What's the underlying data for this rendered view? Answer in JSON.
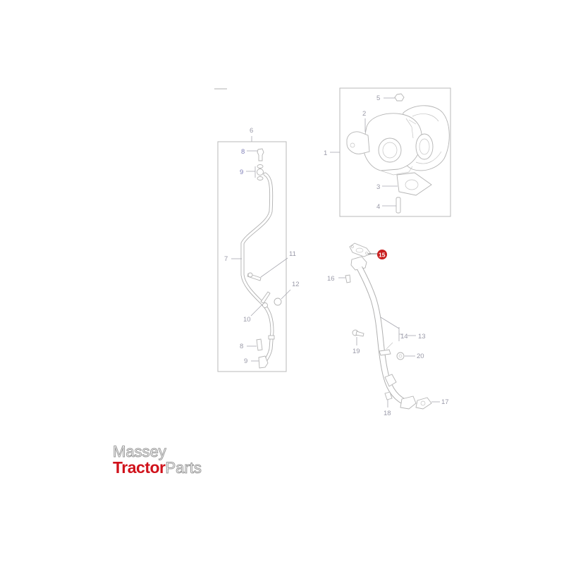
{
  "diagram": {
    "title_mark": "",
    "highlight_color": "#c81e1e",
    "highlighted_part": "15",
    "groups": [
      {
        "id": "turbocharger",
        "label": "1",
        "parts": [
          "2",
          "3",
          "4",
          "5"
        ]
      },
      {
        "id": "oil-feed-pipe-assembly",
        "label": "6",
        "parts": [
          "7",
          "8",
          "9",
          "10",
          "11",
          "12"
        ]
      },
      {
        "id": "oil-return-pipe-assembly",
        "label": "13",
        "parts": [
          "14"
        ]
      }
    ],
    "labels": {
      "p1": "1",
      "p2": "2",
      "p3": "3",
      "p4": "4",
      "p5": "5",
      "p6": "6",
      "p7": "7",
      "p8a": "8",
      "p8b": "8",
      "p9a": "9",
      "p9b": "9",
      "p10": "10",
      "p11": "11",
      "p12": "12",
      "p13": "13",
      "p14": "14",
      "p15": "15",
      "p16": "16",
      "p17": "17",
      "p18": "18",
      "p19": "19",
      "p20": "20"
    }
  },
  "logo": {
    "line1": "Massey",
    "line2_red": "Tractor",
    "line2_grey": "Parts",
    "brand_red": "#d0121b"
  }
}
